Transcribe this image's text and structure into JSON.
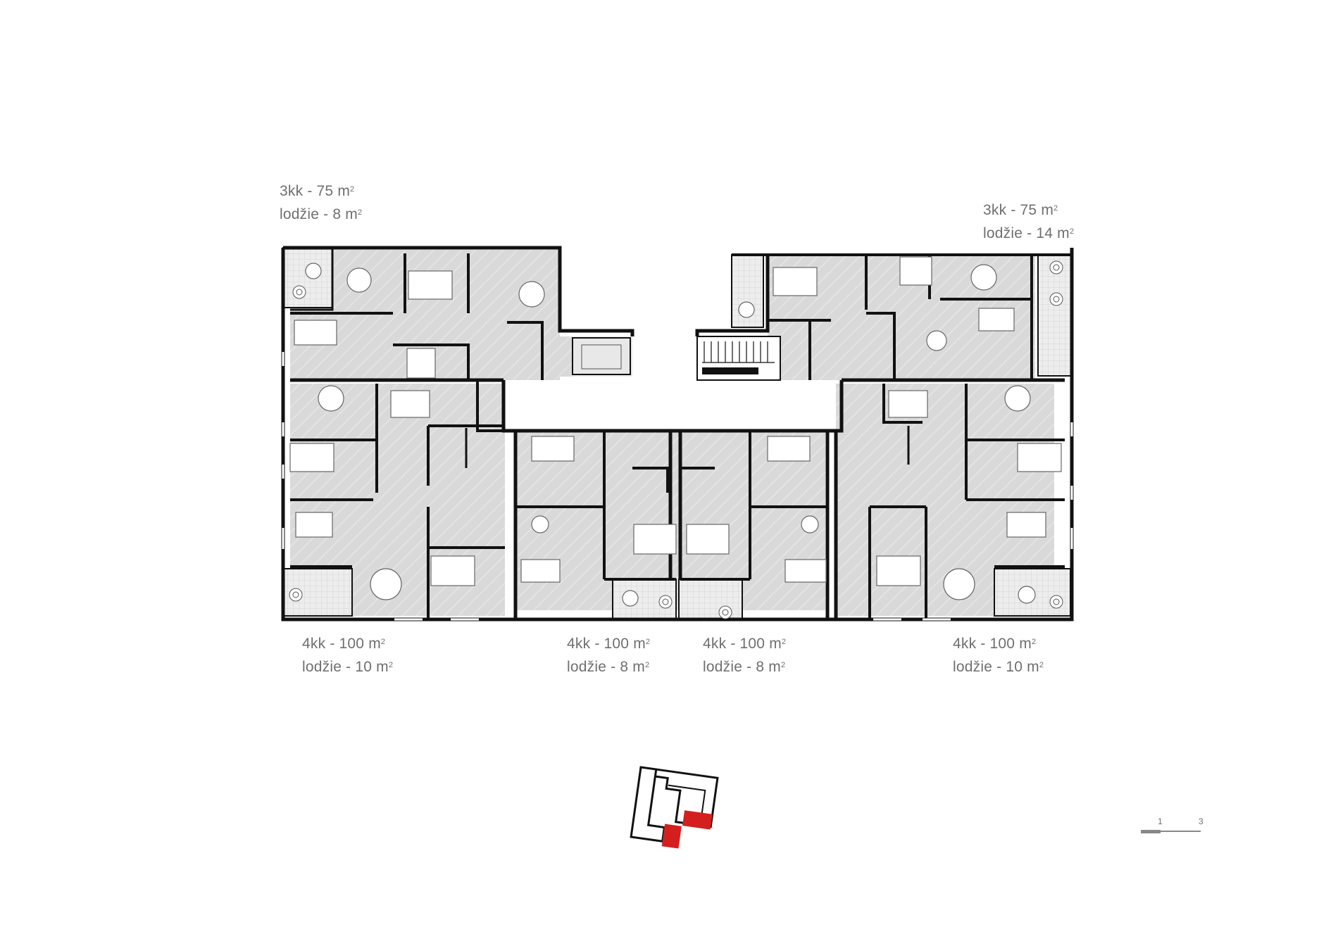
{
  "units": [
    {
      "id": "top-left",
      "type": "3kk - 75 m",
      "loggia": "lodžie - 8 m",
      "sup": "2"
    },
    {
      "id": "top-right",
      "type": "3kk - 75 m",
      "loggia": "lodžie - 14 m",
      "sup": "2"
    },
    {
      "id": "bottom-1",
      "type": "4kk - 100 m",
      "loggia": "lodžie - 10 m",
      "sup": "2"
    },
    {
      "id": "bottom-2",
      "type": "4kk - 100 m",
      "loggia": "lodžie - 8 m",
      "sup": "2"
    },
    {
      "id": "bottom-3",
      "type": "4kk - 100 m",
      "loggia": "lodžie - 8 m",
      "sup": "2"
    },
    {
      "id": "bottom-4",
      "type": "4kk - 100 m",
      "loggia": "lodžie - 10 m",
      "sup": "2"
    }
  ],
  "scale_bar": {
    "tick_1": "1",
    "tick_2": "3"
  },
  "colors": {
    "wall": "#111111",
    "floor": "#d9d9d9",
    "loggia": "#ececec",
    "highlight": "#d41f1f",
    "text": "#6f6f6f"
  }
}
